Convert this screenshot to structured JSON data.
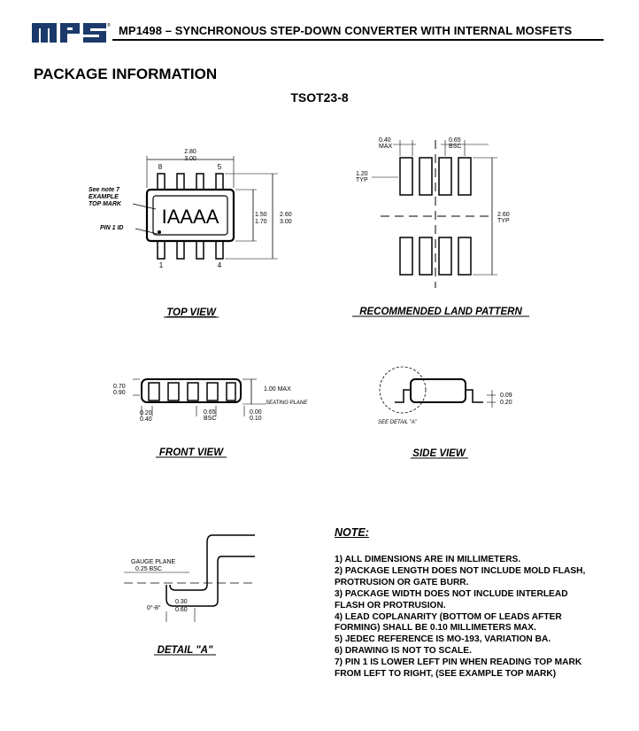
{
  "header": {
    "logo_text": "MPS",
    "title": "MP1498 – SYNCHRONOUS STEP-DOWN CONVERTER WITH INTERNAL MOSFETS"
  },
  "section_title": "PACKAGE INFORMATION",
  "package_name": "TSOT23-8",
  "top_view": {
    "caption": "TOP VIEW",
    "width_dim": [
      "2.80",
      "3.00"
    ],
    "body_dim": [
      "1.50",
      "1.70"
    ],
    "total_dim": [
      "2.60",
      "3.00"
    ],
    "pin8": "8",
    "pin5": "5",
    "pin1": "1",
    "pin4": "4",
    "mark_text": "IAAAA",
    "note7_label": [
      "See note 7",
      "EXAMPLE",
      "TOP MARK"
    ],
    "pin1_label": "PIN 1 ID"
  },
  "land_pattern": {
    "caption": "RECOMMENDED LAND PATTERN",
    "pad_width": [
      "0.40",
      "MAX"
    ],
    "pitch": [
      "0.65",
      "BSC"
    ],
    "pad_len": [
      "1.20",
      "TYP"
    ],
    "span": [
      "2.60",
      "TYP"
    ]
  },
  "front_view": {
    "caption": "FRONT VIEW",
    "thick": [
      "0.70",
      "0.90"
    ],
    "height": "1.00 MAX",
    "seating": "SEATING PLANE",
    "lead_w": [
      "0.20",
      "0.40"
    ],
    "pitch": [
      "0.65",
      "BSC"
    ],
    "standoff": [
      "0.00",
      "0.10"
    ]
  },
  "side_view": {
    "caption": "SIDE VIEW",
    "see_detail": "SEE DETAIL \"A\"",
    "lead_thick": [
      "0.09",
      "0.20"
    ]
  },
  "detail_a": {
    "caption": "DETAIL \"A\"",
    "gauge_plane": "GAUGE PLANE",
    "gauge_dim": "0.25 BSC",
    "angle": "0°-8°",
    "foot": [
      "0.30",
      "0.60"
    ]
  },
  "notes": {
    "heading": "NOTE:",
    "items": [
      "1) ALL DIMENSIONS ARE IN MILLIMETERS.",
      "2) PACKAGE LENGTH DOES NOT INCLUDE MOLD FLASH, PROTRUSION OR  GATE BURR.",
      "3) PACKAGE WIDTH DOES NOT INCLUDE INTERLEAD FLASH OR PROTRUSION.",
      "4) LEAD COPLANARITY (BOTTOM OF LEADS AFTER FORMING) SHALL BE 0.10 MILLIMETERS MAX.",
      "5) JEDEC REFERENCE IS MO-193, VARIATION BA.",
      "6) DRAWING IS NOT TO SCALE.",
      "7) PIN 1 IS LOWER LEFT PIN WHEN READING TOP MARK FROM LEFT TO RIGHT, (SEE EXAMPLE TOP MARK)"
    ]
  }
}
